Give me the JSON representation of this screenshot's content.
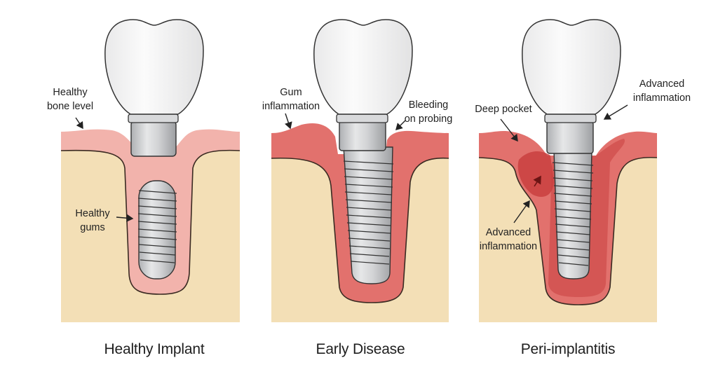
{
  "diagram": {
    "panels": [
      {
        "id": "healthy",
        "caption": "Healthy Implant",
        "labels": {
          "bone_level_1": "Healthy",
          "bone_level_2": "bone level",
          "gums_1": "Healthy",
          "gums_2": "gums"
        }
      },
      {
        "id": "early",
        "caption": "Early Disease",
        "labels": {
          "gum_infl_1": "Gum",
          "gum_infl_2": "inflammation",
          "bleeding_1": "Bleeding",
          "bleeding_2": "on probing"
        }
      },
      {
        "id": "peri",
        "caption": "Peri-implantitis",
        "labels": {
          "deep_pocket": "Deep pocket",
          "adv_top_1": "Advanced",
          "adv_top_2": "inflammation",
          "adv_low_1": "Advanced",
          "adv_low_2": "inflammation"
        }
      }
    ],
    "colors": {
      "bone": "#f3dfb6",
      "gum_healthy": "#f2b3ac",
      "gum_inflamed": "#e2716d",
      "gum_severe": "#c9403f",
      "crown": "#f4f4f4",
      "metal": "#c9cacc",
      "outline": "#3a2a22"
    }
  }
}
